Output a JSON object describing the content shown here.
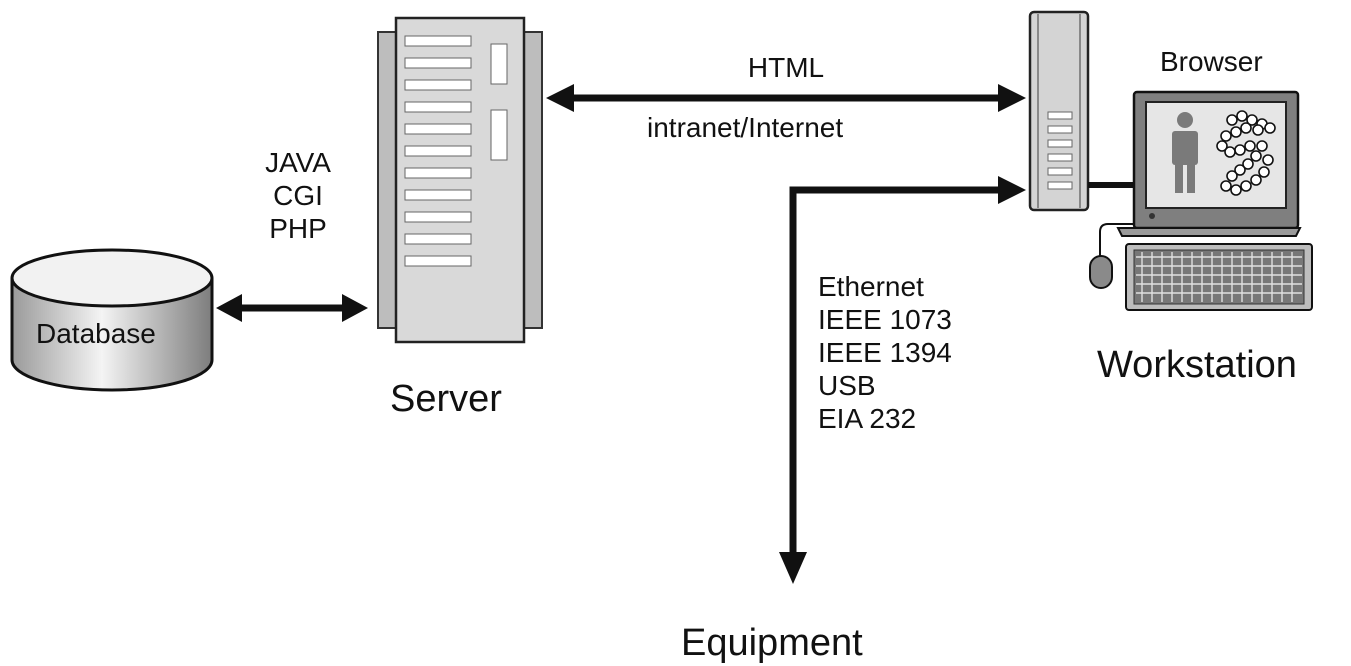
{
  "labels": {
    "database": "Database",
    "server": "Server",
    "workstation": "Workstation",
    "browser": "Browser",
    "equipment": "Equipment",
    "html": "HTML",
    "network": "intranet/Internet"
  },
  "server_side_languages": [
    "JAVA",
    "CGI",
    "PHP"
  ],
  "equipment_interfaces": [
    "Ethernet",
    "IEEE 1073",
    "IEEE 1394",
    "USB",
    "EIA 232"
  ],
  "colors": {
    "line": "#111111",
    "server_fill": "#d9d9d9",
    "server_side": "#bdbdbd",
    "screen_bg": "#dcdcdc",
    "figure": "#7a7a7a",
    "db_top": "#f2f2f2"
  }
}
